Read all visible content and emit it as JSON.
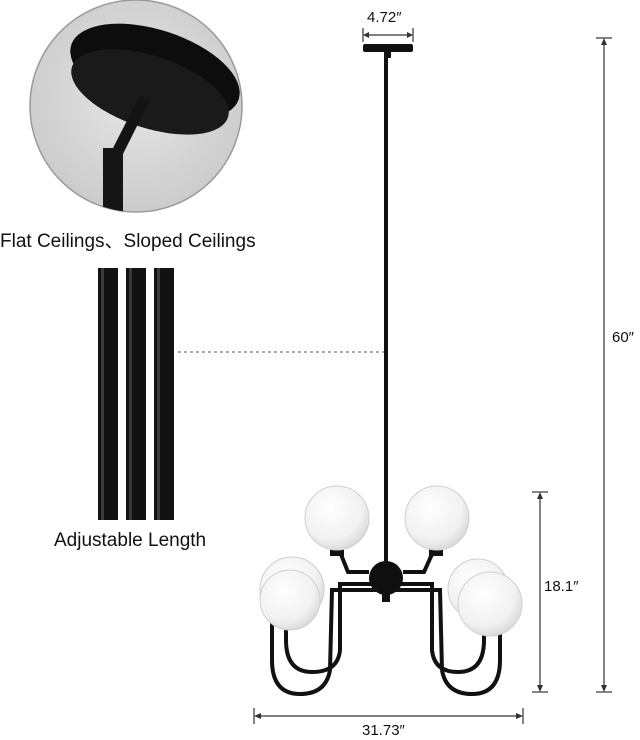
{
  "labels": {
    "mount_types": "Flat Ceilings、Sloped Ceilings",
    "adjustable": "Adjustable Length"
  },
  "dimensions": {
    "canopy_width": "4.72″",
    "total_height": "60″",
    "body_height": "18.1″",
    "body_width": "31.73″"
  },
  "colors": {
    "fixture": "#111111",
    "globe": "#f4f4f4",
    "inset_bg": "#d9d9d9",
    "dimension_line": "#333333"
  }
}
